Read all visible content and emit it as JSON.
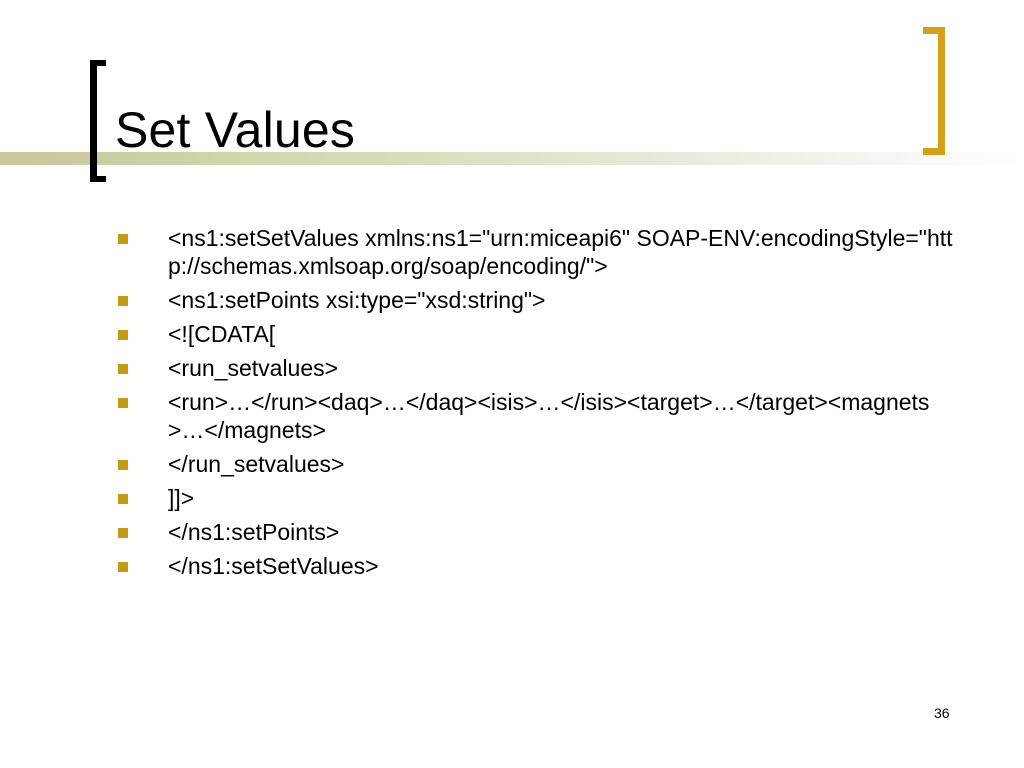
{
  "slide": {
    "title": "Set Values",
    "bullets": [
      "<ns1:setSetValues xmlns:ns1=\"urn:miceapi6\" SOAP-ENV:encodingStyle=\"http://schemas.xmlsoap.org/soap/encoding/\">",
      "<ns1:setPoints xsi:type=\"xsd:string\">",
      "<![CDATA[",
      "<run_setvalues>",
      "<run>…</run><daq>…</daq><isis>…</isis><target>…</target><magnets>…</magnets>",
      "</run_setvalues>",
      "]]>",
      "</ns1:setPoints>",
      "</ns1:setSetValues>"
    ],
    "page_number": "36"
  },
  "colors": {
    "accent_gold": "#d4a017",
    "bullet_gold": "#c49a14",
    "band_olive": "#c8c89a",
    "text": "#000000",
    "background": "#ffffff"
  },
  "icons": {
    "bullet": "square-bullet-icon"
  }
}
